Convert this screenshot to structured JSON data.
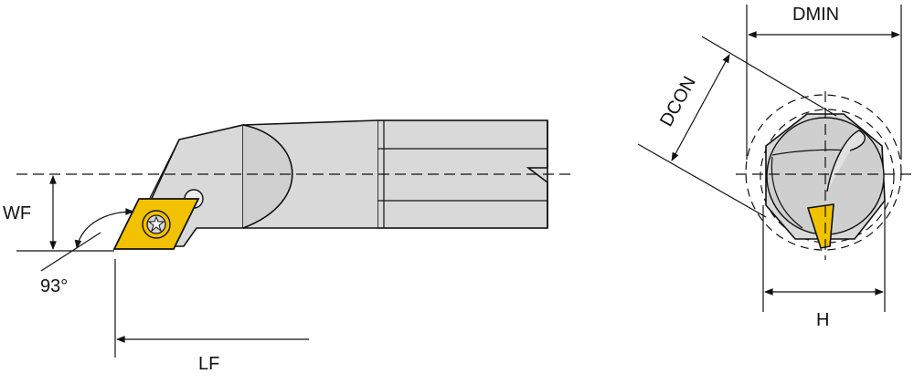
{
  "labels": {
    "wf": "WF",
    "angle": "93°",
    "lf": "LF",
    "dcon": "DCON",
    "dmin": "DMIN",
    "h": "H"
  },
  "colors": {
    "body": "#d9d9d9",
    "body_dark": "#bdbdbd",
    "insert": "#f2c200",
    "outline": "#111111",
    "background": "#ffffff"
  },
  "icons": {
    "screw": "torx-screw-icon",
    "pin": "clamp-pin-icon"
  }
}
